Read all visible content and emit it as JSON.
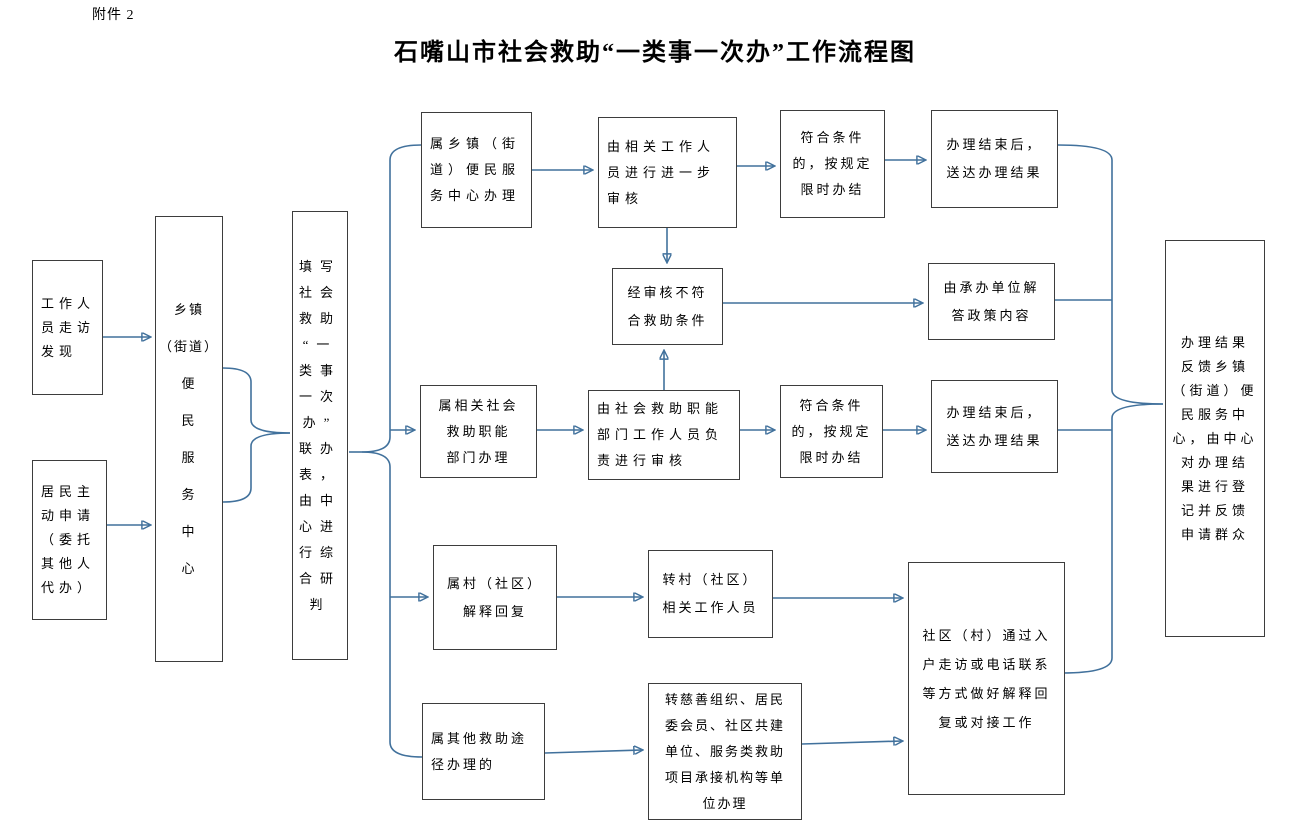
{
  "page": {
    "attachment_label": "附件 2",
    "title": "石嘴山市社会救助“一类事一次办”工作流程图"
  },
  "colors": {
    "line": "#41719C",
    "box_border": "#3d3d3d"
  },
  "boxes": {
    "staff_visit": {
      "text": "工作人\n员走访\n发现"
    },
    "resident_apply": {
      "text": "居民主\n动申请\n（委托\n其他人\n代办）"
    },
    "township_center": {
      "text": "乡镇\n（街道）\n便\n民\n服\n务\n中\n心"
    },
    "fill_form": {
      "text": "填写\n社会\n救助\n“一\n类事\n一次\n办”\n联办\n表，\n由中\n心进\n行综\n合研\n判"
    },
    "r1_handle": {
      "text": "属乡镇（街\n道）便民服\n务中心办理"
    },
    "r1_review": {
      "text": "由相关工作人\n员进行进一步\n审核"
    },
    "r1_qualify": {
      "text": "符合条件\n的，按规定\n限时办结"
    },
    "r1_deliver": {
      "text": "办理结束后，\n送达办理结果"
    },
    "not_qualify": {
      "text": "经审核不符\n合救助条件"
    },
    "policy_answer": {
      "text": "由承办单位解\n答政策内容"
    },
    "r2_handle": {
      "text": "属相关社会\n救助职能\n部门办理"
    },
    "r2_review": {
      "text": "由社会救助职能\n部门工作人员负\n责进行审核"
    },
    "r2_qualify": {
      "text": "符合条件\n的，按规定\n限时办结"
    },
    "r2_deliver": {
      "text": "办理结束后，\n送达办理结果"
    },
    "r3_handle": {
      "text": "属村（社区）\n解释回复"
    },
    "r3_transfer": {
      "text": "转村（社区）\n相关工作人员"
    },
    "r4_handle": {
      "text": "属其他救助途\n径办理的"
    },
    "r4_transfer": {
      "text": "转慈善组织、居民\n委会员、社区共建\n单位、服务类救助\n项目承接机构等单\n位办理"
    },
    "community_reply": {
      "text": "社区（村）通过入\n户走访或电话联系\n等方式做好解释回\n复或对接工作"
    },
    "result_feedback": {
      "text": "办理结果\n反馈乡镇\n（街道）便\n民服务中\n心，由中心\n对办理结\n果进行登\n记并反馈\n申请群众"
    }
  }
}
